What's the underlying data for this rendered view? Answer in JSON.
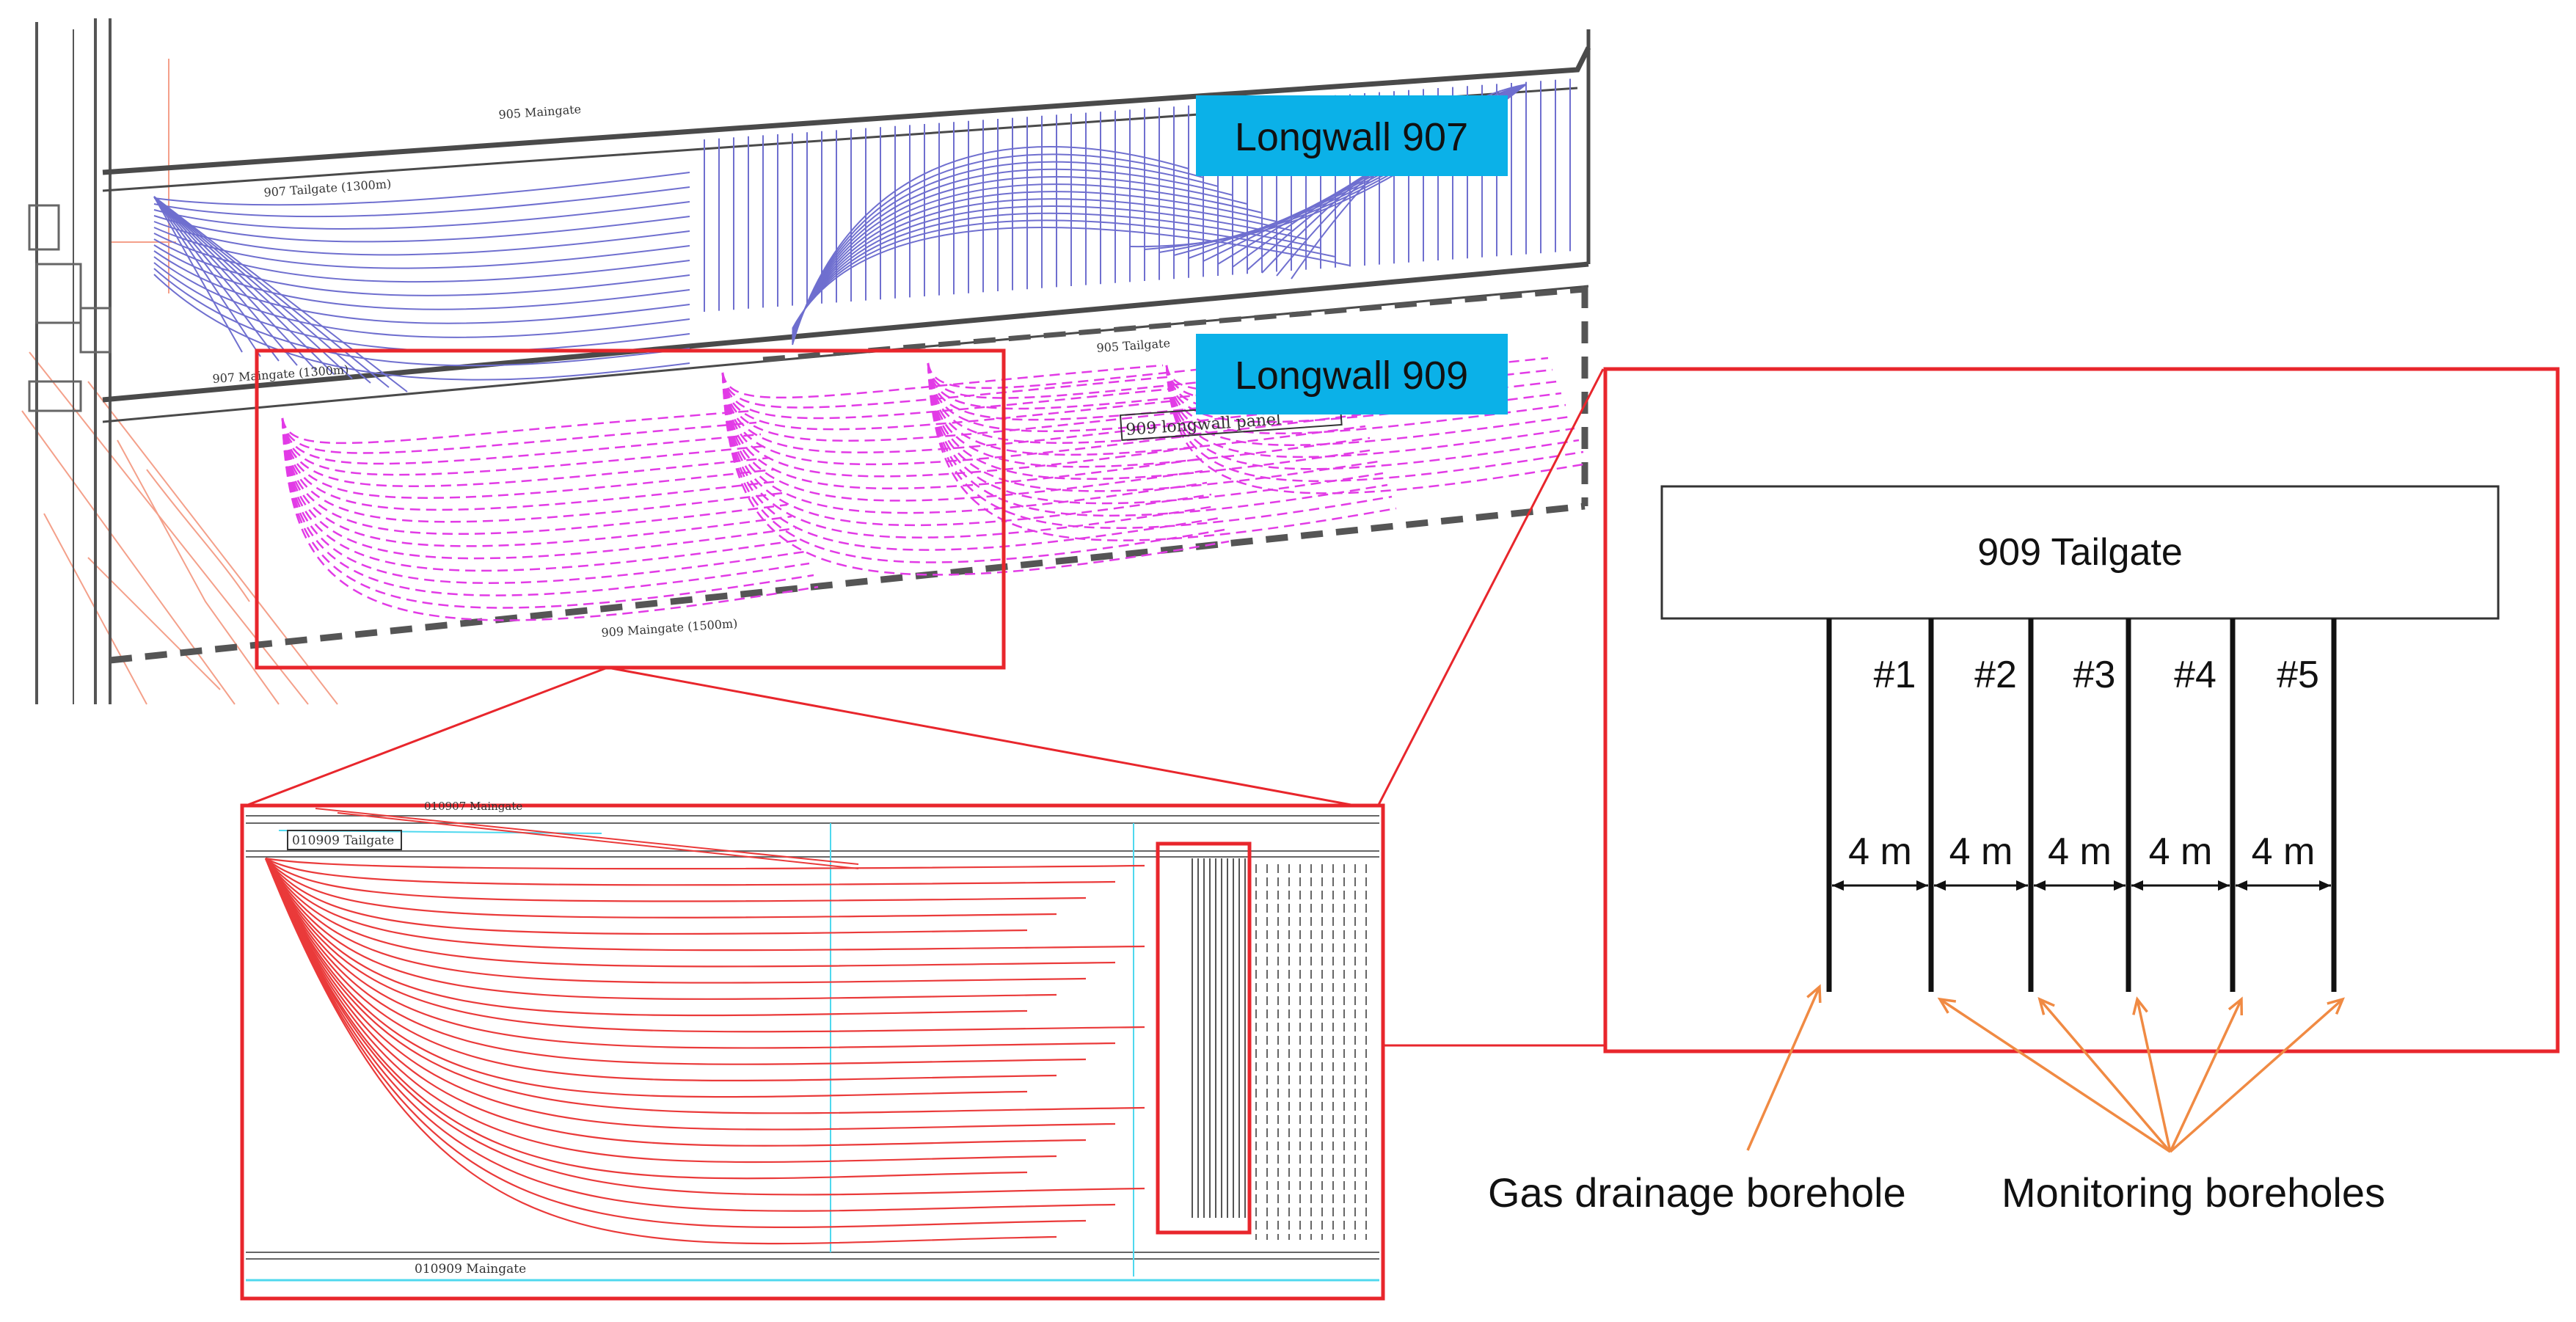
{
  "labels": {
    "longwall_907": "Longwall 907",
    "longwall_909": "Longwall 909",
    "maingate_905": "905 Maingate",
    "tailgate_907": "907 Tailgate (1300m)",
    "maingate_907": "907 Maingate (1300m)",
    "tailgate_905_upper": "905 Tailgate",
    "panel_909": "909 longwall panel",
    "maingate_909": "909 Maingate (1500m)",
    "detail_maingate_top": "010907 Maingate",
    "detail_tailgate": "010909 Tailgate",
    "detail_maingate_bottom": "010909 Maingate",
    "tailgate_909": "909 Tailgate",
    "spacing": [
      "4 m",
      "4 m",
      "4 m",
      "4 m",
      "4 m"
    ],
    "boreholes": [
      "#1",
      "#2",
      "#3",
      "#4",
      "#5"
    ],
    "gas_drainage": "Gas drainage borehole",
    "monitoring": "Monitoring boreholes"
  },
  "colors": {
    "highlight_frame": "#e8262c",
    "label_box": "#0bb1e8",
    "panel_907_lines": "#6f6fcf",
    "panel_909_lines": "#e23be6",
    "detail_lines": "#ea3a3a",
    "arrow": "#f08a43",
    "cyan": "#4fd8ee",
    "salmon": "#f4a08a"
  }
}
